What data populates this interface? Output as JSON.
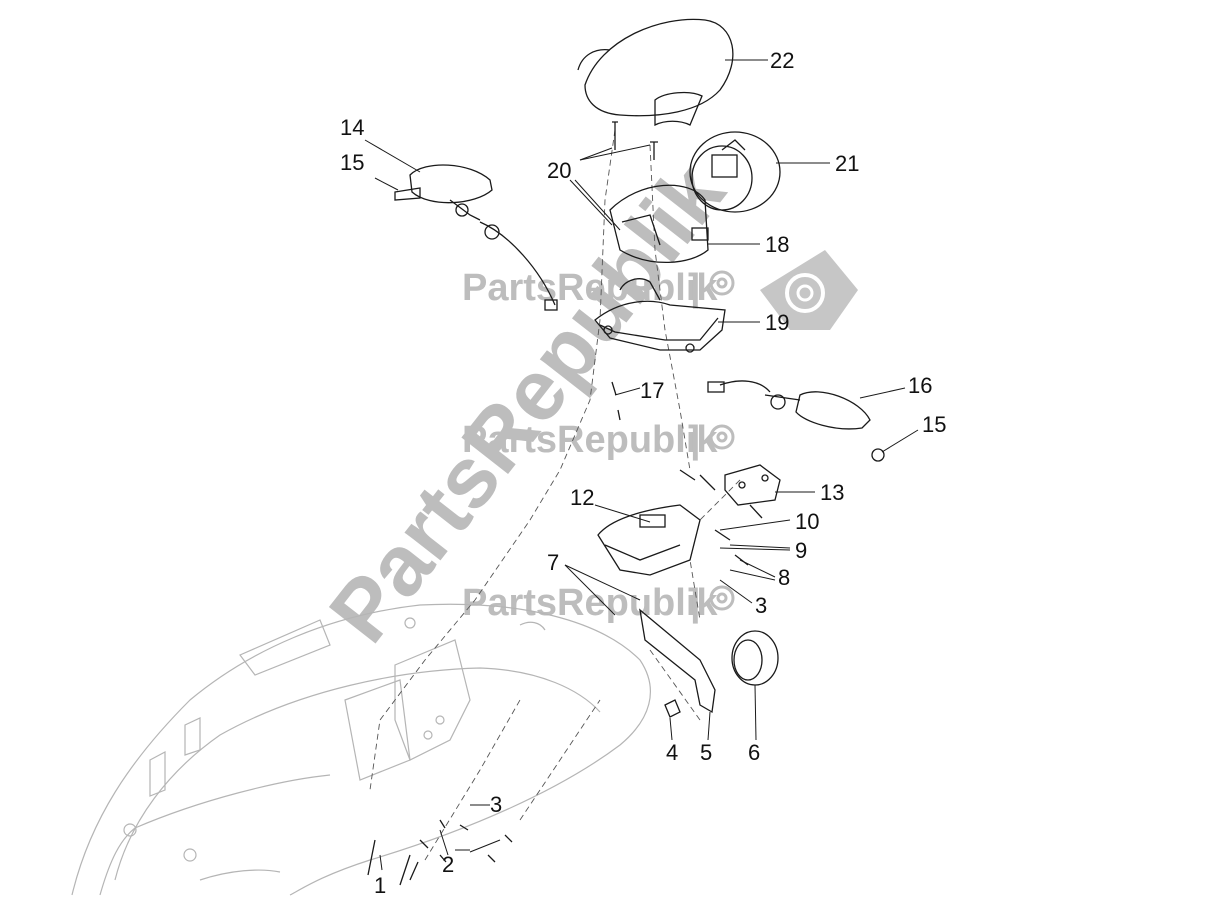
{
  "watermark": {
    "brand": "PartsRepublik",
    "separator": "|"
  },
  "callouts": [
    {
      "id": "c1",
      "text": "1"
    },
    {
      "id": "c2",
      "text": "2"
    },
    {
      "id": "c3a",
      "text": "3"
    },
    {
      "id": "c3b",
      "text": "3"
    },
    {
      "id": "c4",
      "text": "4"
    },
    {
      "id": "c5",
      "text": "5"
    },
    {
      "id": "c6",
      "text": "6"
    },
    {
      "id": "c7",
      "text": "7"
    },
    {
      "id": "c8",
      "text": "8"
    },
    {
      "id": "c9",
      "text": "9"
    },
    {
      "id": "c10",
      "text": "10"
    },
    {
      "id": "c12",
      "text": "12"
    },
    {
      "id": "c13",
      "text": "13"
    },
    {
      "id": "c14",
      "text": "14"
    },
    {
      "id": "c15a",
      "text": "15"
    },
    {
      "id": "c15b",
      "text": "15"
    },
    {
      "id": "c16",
      "text": "16"
    },
    {
      "id": "c17",
      "text": "17"
    },
    {
      "id": "c18",
      "text": "18"
    },
    {
      "id": "c19",
      "text": "19"
    },
    {
      "id": "c20",
      "text": "20"
    },
    {
      "id": "c21",
      "text": "21"
    },
    {
      "id": "c22",
      "text": "22"
    }
  ],
  "colors": {
    "line": "#1a1a1a",
    "watermark": "#bdbdbd",
    "fender": "#b5b5b5"
  }
}
